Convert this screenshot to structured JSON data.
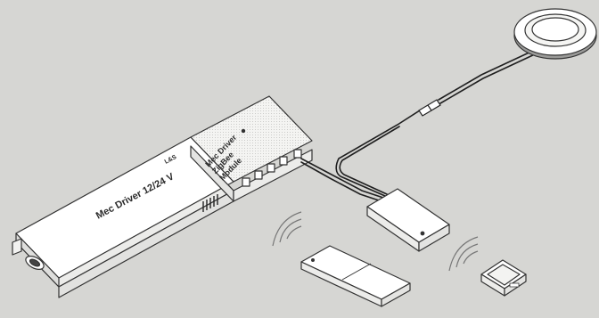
{
  "labels": {
    "driver": "Mec Driver 12/24 V",
    "module_line1": "Mec Driver",
    "module_line2": "ZigBee",
    "module_line3": "Module",
    "brand_mark": "L&S"
  },
  "components": [
    {
      "name": "Mec Driver 12/24 V"
    },
    {
      "name": "Mec Driver ZigBee Module"
    },
    {
      "name": "spotlight"
    },
    {
      "name": "junction box"
    },
    {
      "name": "wireless remote"
    },
    {
      "name": "wireless push button"
    }
  ],
  "colors": {
    "background": "#d6d6d3",
    "device_fill": "#ffffff",
    "outline": "#333333",
    "cable": "#1f1f1f",
    "shadow_side": "#e6e6e4"
  }
}
